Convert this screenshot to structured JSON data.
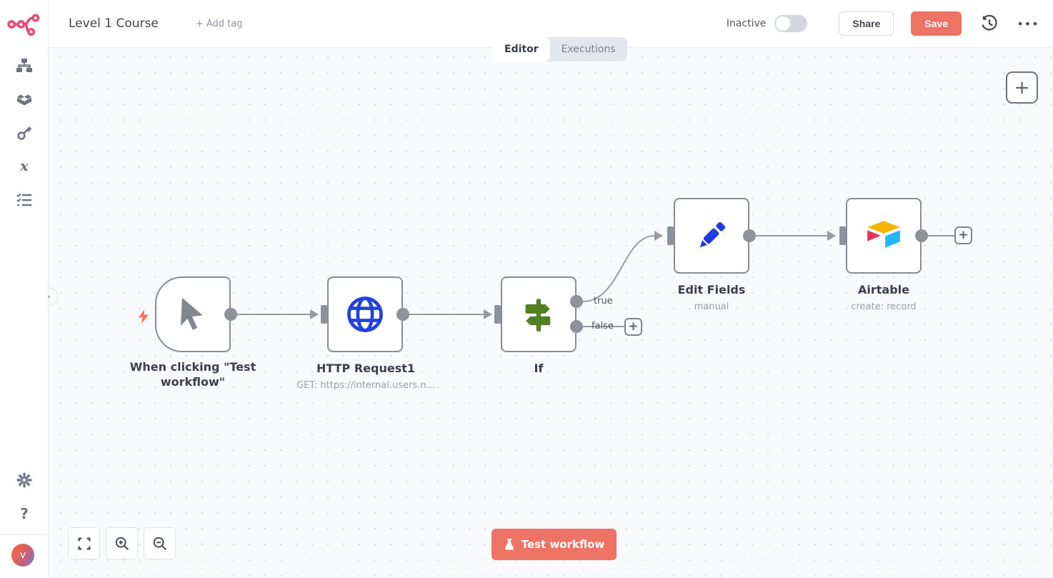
{
  "header": {
    "title": "Level 1 Course",
    "add_tag": "+ Add tag",
    "status": "Inactive",
    "share": "Share",
    "save": "Save"
  },
  "tabs": {
    "editor": "Editor",
    "executions": "Executions"
  },
  "sidebar": {
    "avatar_letter": "v",
    "items": [
      {
        "name": "workflows",
        "icon": "sitemap-icon"
      },
      {
        "name": "templates",
        "icon": "box-icon"
      },
      {
        "name": "credentials",
        "icon": "key-icon"
      },
      {
        "name": "variables",
        "icon": "variable-x-icon"
      },
      {
        "name": "executions",
        "icon": "list-check-icon"
      },
      {
        "name": "settings",
        "icon": "gear-icon"
      },
      {
        "name": "help",
        "icon": "question-icon"
      }
    ],
    "help_glyph": "?"
  },
  "canvas": {
    "nodes": [
      {
        "label": "When clicking \"Test workflow\"",
        "subtitle": "",
        "icon": "cursor-icon"
      },
      {
        "label": "HTTP Request1",
        "subtitle": "GET: https://internal.users.n...",
        "icon": "globe-icon"
      },
      {
        "label": "If",
        "subtitle": "",
        "icon": "signpost-icon",
        "outputs": {
          "true": "true",
          "false": "false"
        }
      },
      {
        "label": "Edit Fields",
        "subtitle": "manual",
        "icon": "pencil-icon"
      },
      {
        "label": "Airtable",
        "subtitle": "create: record",
        "icon": "airtable-icon"
      }
    ],
    "test_button": "Test workflow",
    "plus_glyph": "+",
    "chevron_glyph": "›"
  },
  "colors": {
    "accent": "#ed7464",
    "brand_pink": "#ea4b71",
    "node_border": "#878d96",
    "connector_gray": "#8d929b",
    "if_green": "#538022",
    "http_blue": "#2341e0",
    "pencil_blue": "#1c3be8",
    "airtable_yellow": "#f7b500",
    "airtable_blue": "#26b5f8",
    "airtable_red": "#e8335a",
    "canvas_bg": "#f9fafb"
  }
}
